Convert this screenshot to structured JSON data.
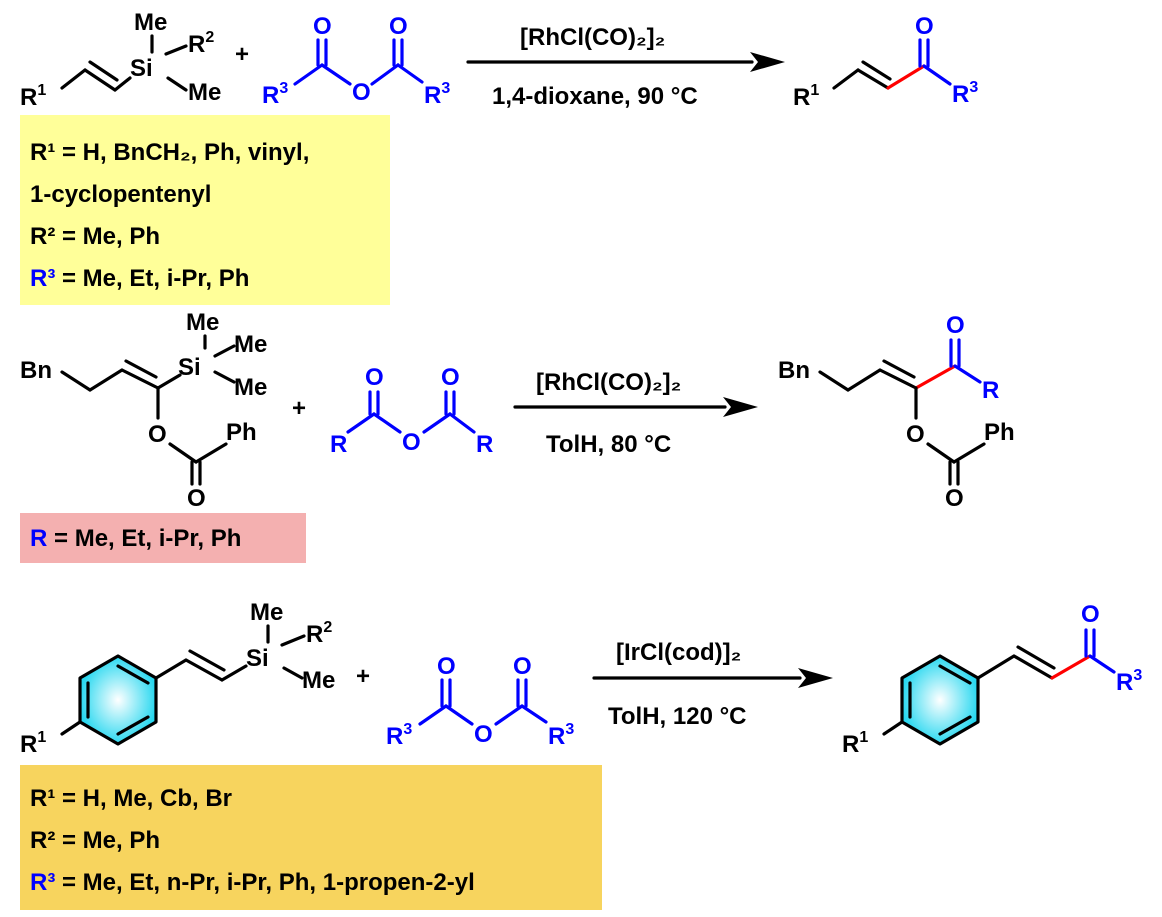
{
  "colors": {
    "reagent_blue": "#0000ff",
    "new_bond_red": "#ff0000",
    "box_yellow": "#ffff99",
    "box_pink": "#f4b0b0",
    "box_orange": "#f7d45e",
    "ring_cyan": "#2ad8f0"
  },
  "reaction1": {
    "catalyst": "[RhCl(CO)₂]₂",
    "conditions": "1,4-dioxane, 90 °C",
    "substituents": {
      "line1": "R¹ = H, BnCH₂, Ph, vinyl,",
      "line2": "1-cyclopentenyl",
      "line3": "R² = Me, Ph",
      "line4_label": "R³",
      "line4_rest": " = Me, Et, i-Pr, Ph"
    }
  },
  "reaction2": {
    "catalyst": "[RhCl(CO)₂]₂",
    "conditions": "TolH, 80 °C",
    "substituents": {
      "label": "R",
      "rest": " = Me, Et, i-Pr, Ph"
    }
  },
  "reaction3": {
    "catalyst": "[IrCl(cod)]₂",
    "conditions": "TolH, 120 °C",
    "substituents": {
      "line1": "R¹ = H, Me, Cb, Br",
      "line2": "R² = Me, Ph",
      "line3_label": "R³",
      "line3_rest": " = Me, Et, n-Pr, i-Pr, Ph, 1-propen-2-yl"
    }
  },
  "atoms": {
    "me": "Me",
    "si": "Si",
    "o": "O",
    "r": "R",
    "bn": "Bn",
    "ph": "Ph",
    "plus": "+"
  },
  "sup": {
    "one": "1",
    "two": "2",
    "three": "3"
  }
}
